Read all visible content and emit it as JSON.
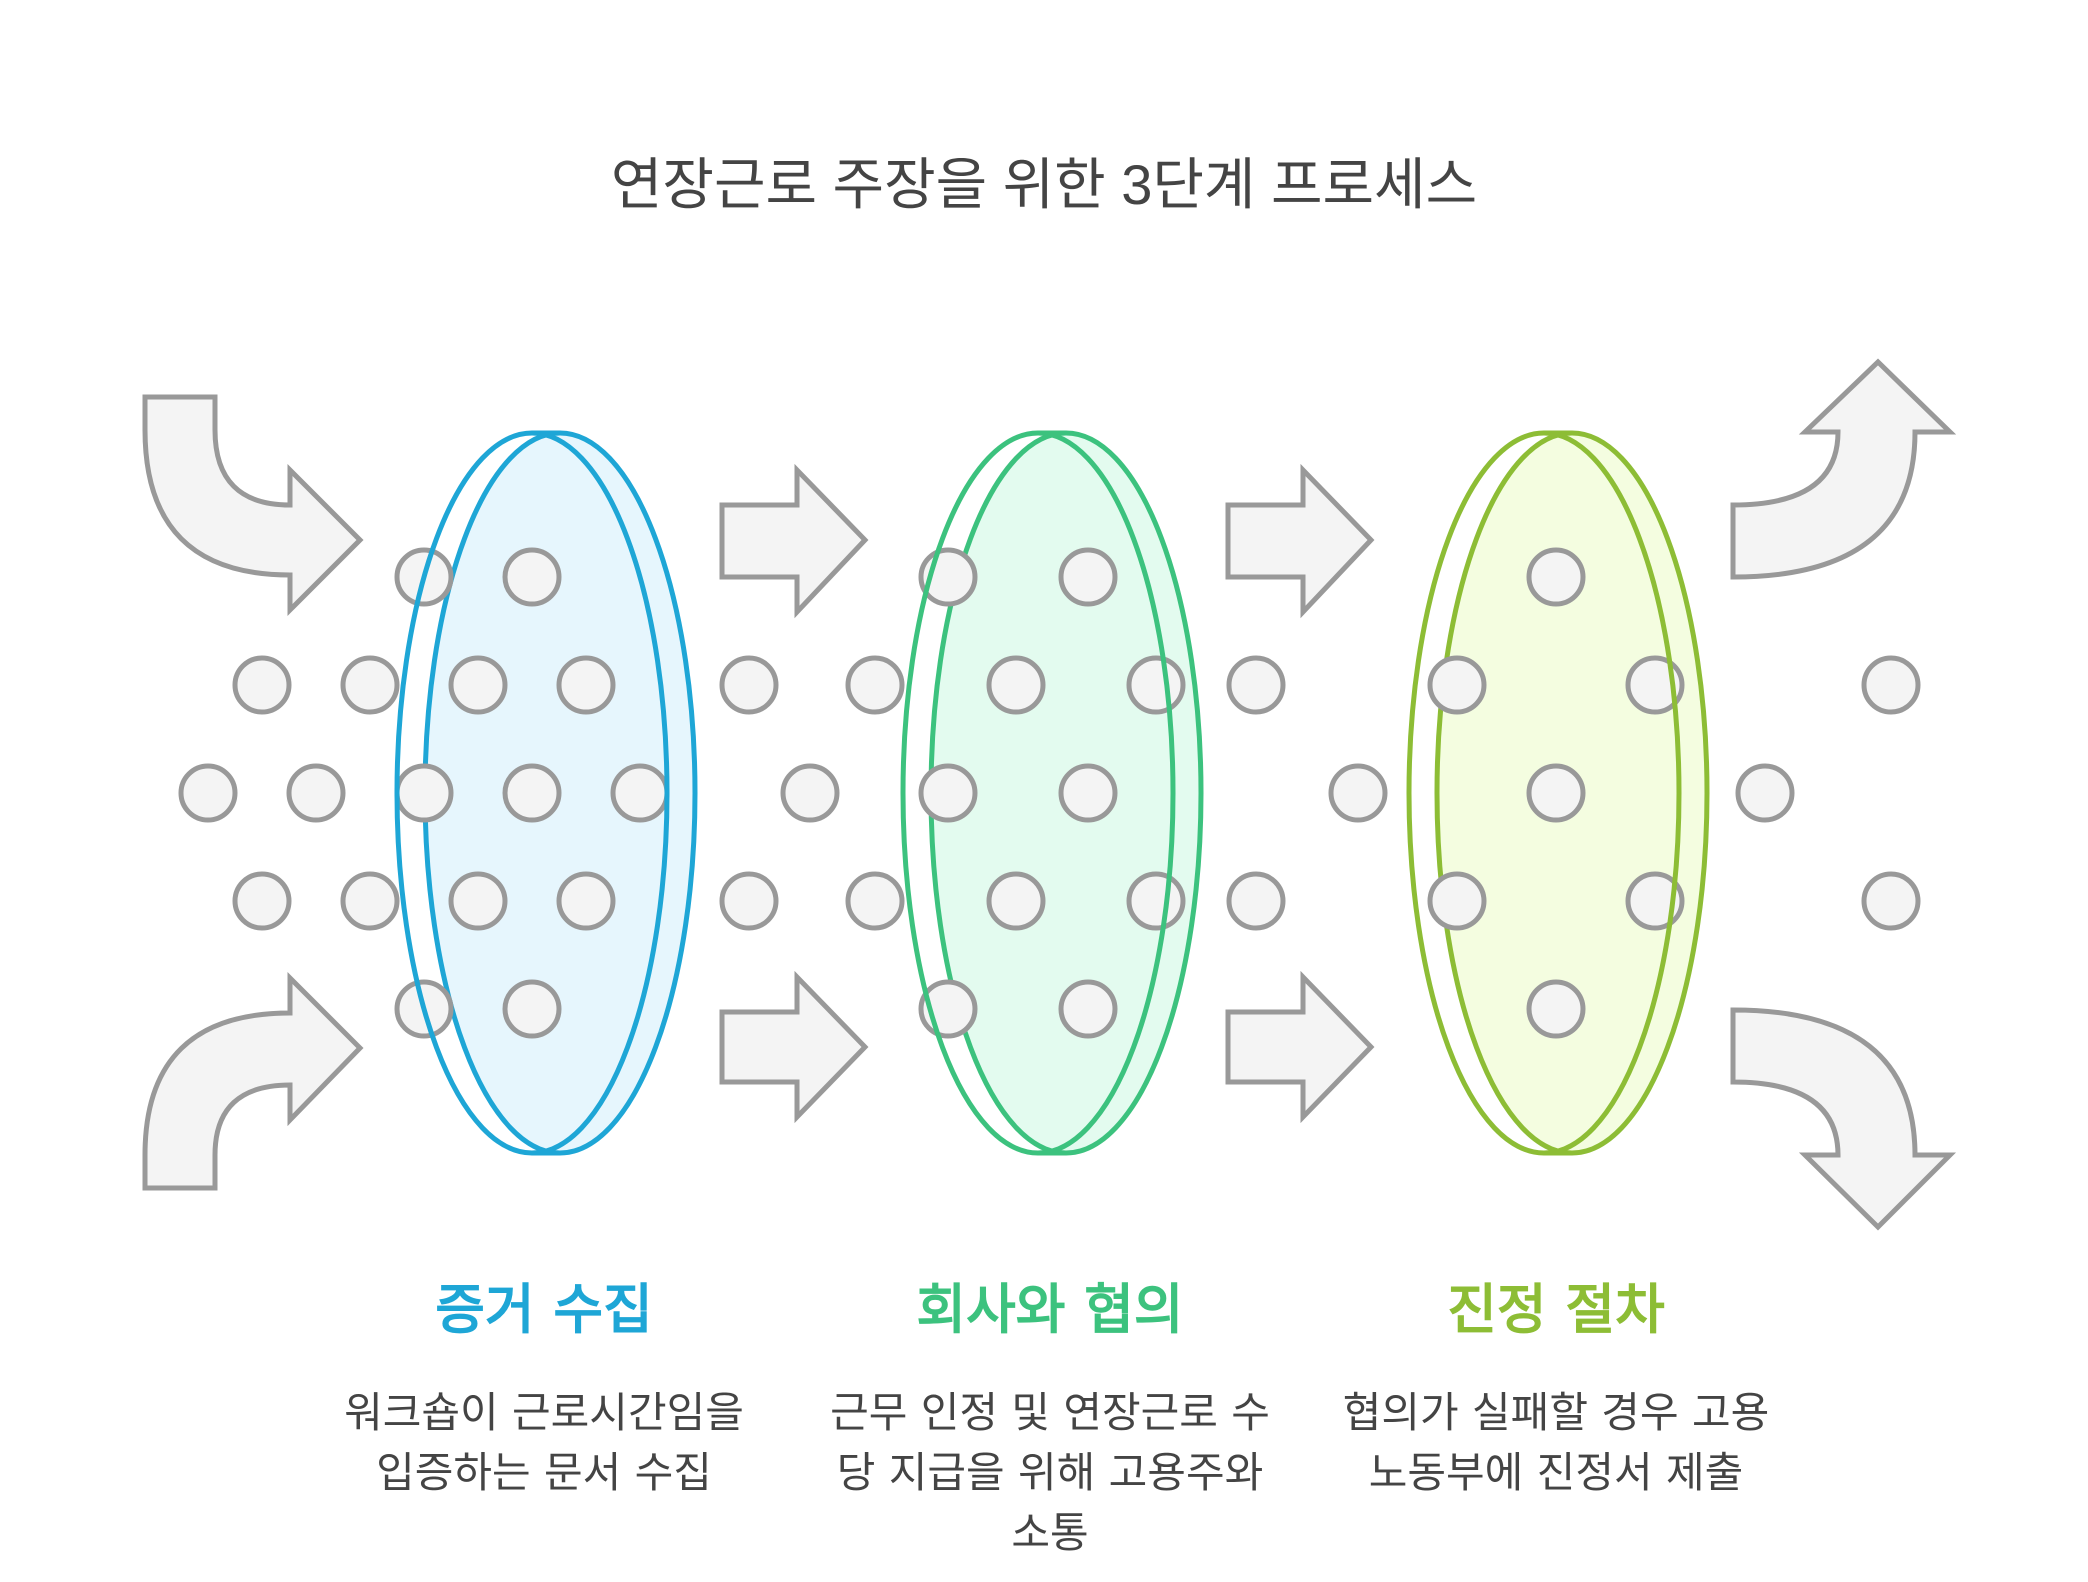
{
  "title": "연장근로 주장을 위한 3단계 프로세스",
  "colors": {
    "stage1": "#1ea6d6",
    "stage2": "#3cc27e",
    "stage3": "#8dbd35",
    "dot_stroke": "#999999",
    "arrow_fill": "#f4f4f4",
    "text": "#444444"
  },
  "stages": [
    {
      "title": "증거 수집",
      "description": "워크숍이 근로시간임을 입증하는 문서 수집"
    },
    {
      "title": "회사와 협의",
      "description": "근무 인정 및 연장근로 수당 지급을 위해 고용주와 소통"
    },
    {
      "title": "진정 절차",
      "description": "협의가 실패할 경우 고용노동부에 진정서 제출"
    }
  ]
}
